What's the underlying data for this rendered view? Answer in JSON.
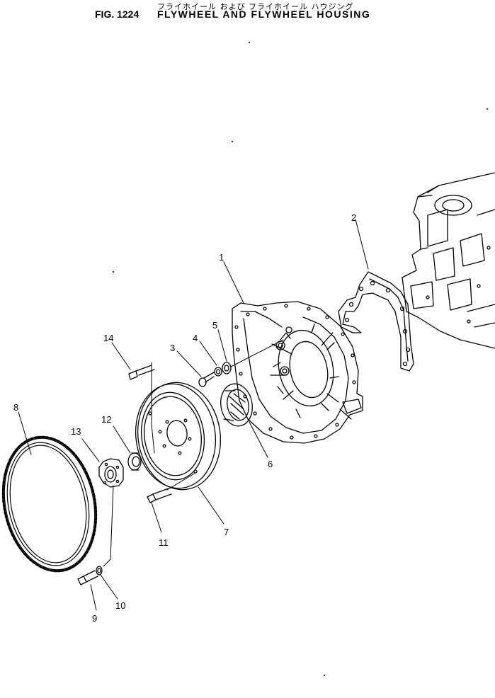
{
  "header": {
    "figure_number": "FIG. 1224",
    "title_en": "FLYWHEEL AND FLYWHEEL HOUSING",
    "title_jp": "フライホイール および フライホイール ハウジング"
  },
  "callouts": [
    {
      "id": "p1",
      "text": "1"
    },
    {
      "id": "p2",
      "text": "2"
    },
    {
      "id": "p3",
      "text": "3"
    },
    {
      "id": "p4",
      "text": "4"
    },
    {
      "id": "p5",
      "text": "5"
    },
    {
      "id": "p6",
      "text": "6"
    },
    {
      "id": "p7",
      "text": "7"
    },
    {
      "id": "p8",
      "text": "8"
    },
    {
      "id": "p9",
      "text": "9"
    },
    {
      "id": "p10",
      "text": "10"
    },
    {
      "id": "p11",
      "text": "11"
    },
    {
      "id": "p12",
      "text": "12"
    },
    {
      "id": "p13",
      "text": "13"
    },
    {
      "id": "p14",
      "text": "14"
    }
  ]
}
